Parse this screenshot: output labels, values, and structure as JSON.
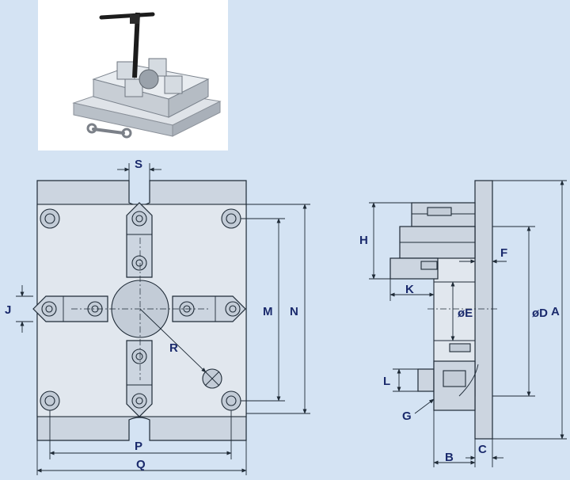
{
  "diagram": {
    "photo": {
      "label": ""
    },
    "top_view_labels": {
      "S": "S",
      "J": "J",
      "M": "M",
      "N": "N",
      "R": "R",
      "P": "P",
      "Q": "Q"
    },
    "side_view_labels": {
      "H": "H",
      "K": "K",
      "F": "F",
      "E": "øE",
      "D": "øD",
      "A": "A",
      "L": "L",
      "G": "G",
      "B": "B",
      "C": "C"
    }
  }
}
